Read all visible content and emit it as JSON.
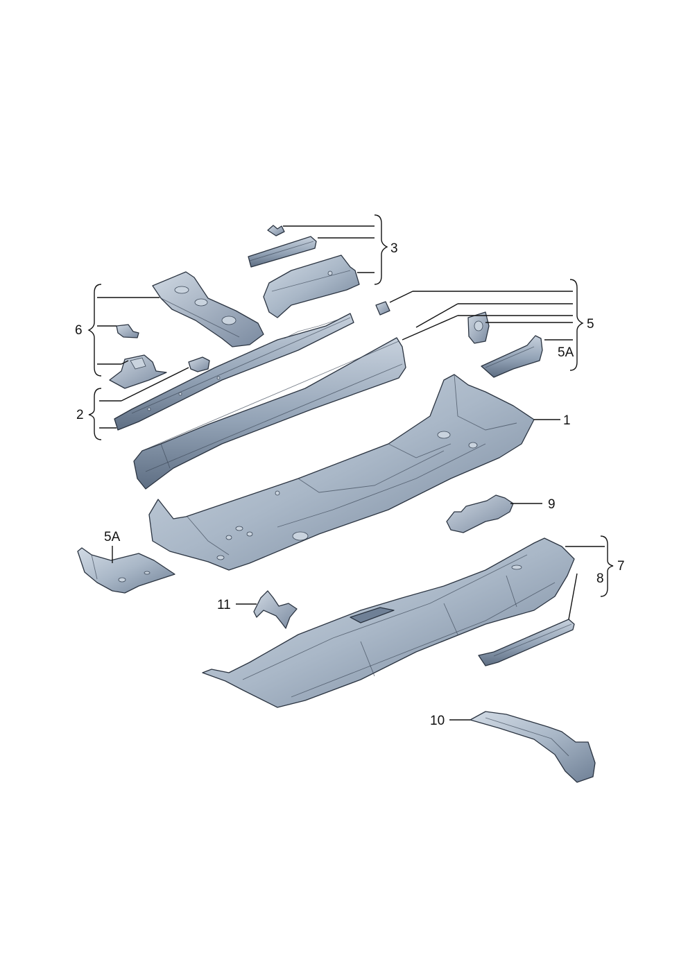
{
  "colors": {
    "part_light": "#c4cfdb",
    "part_mid": "#8e9db0",
    "part_dark": "#5f6f84",
    "line": "#111111",
    "background": "#ffffff"
  },
  "callouts": {
    "c1": "1",
    "c2": "2",
    "c3": "3",
    "c5": "5",
    "c5a_right": "5A",
    "c5a_left": "5A",
    "c6": "6",
    "c7": "7",
    "c8": "8",
    "c9": "9",
    "c10": "10",
    "c11": "11"
  }
}
